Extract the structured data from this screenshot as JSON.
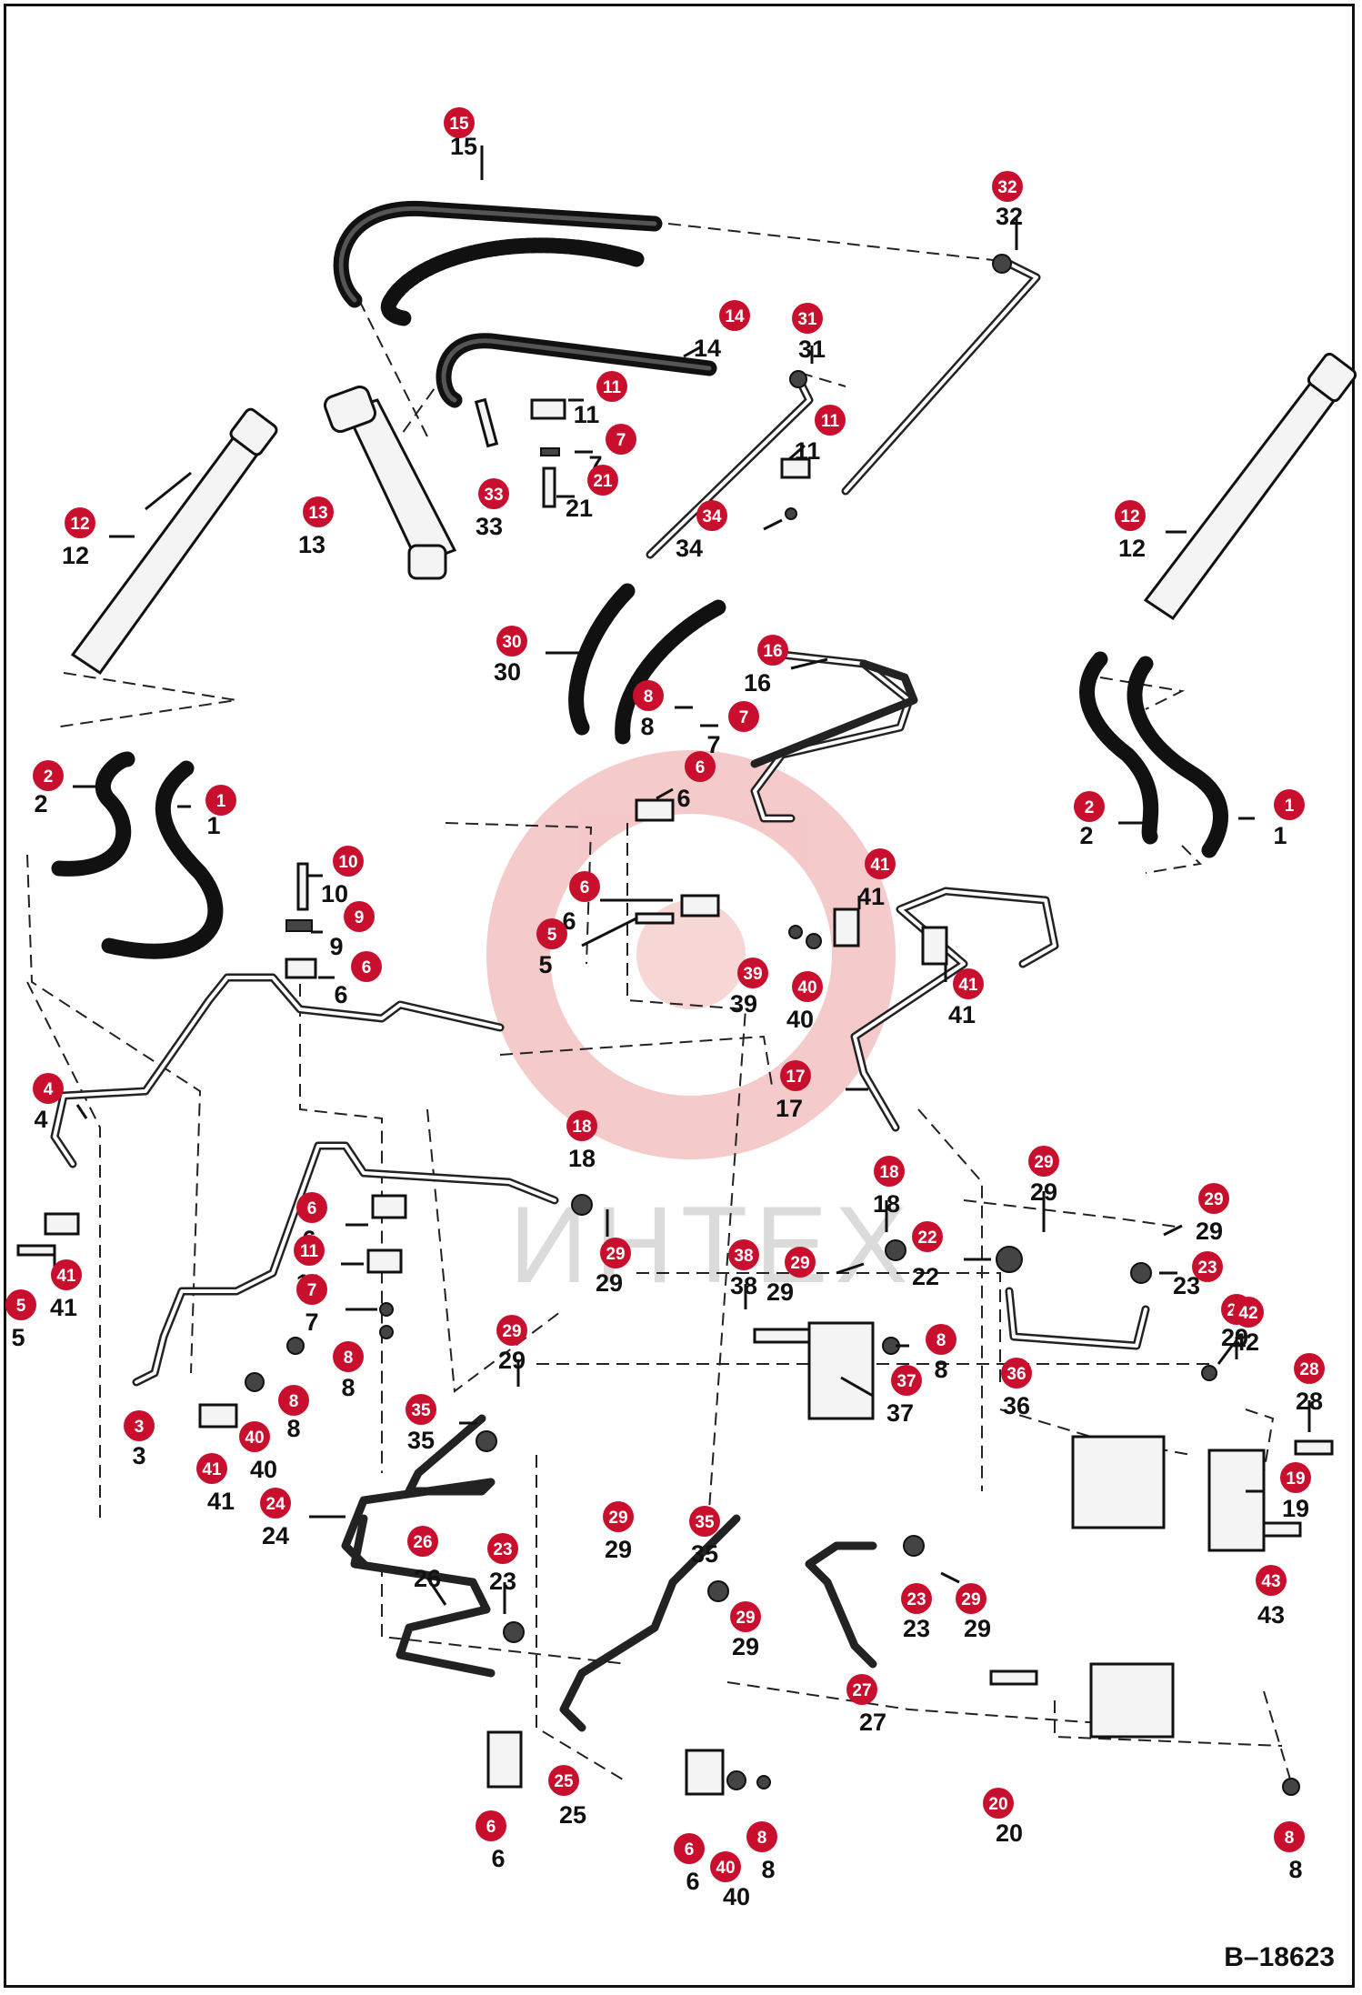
{
  "diagram": {
    "drawing_number": "B–18623",
    "watermark": "ИНТЕХ",
    "colors": {
      "badge": "#c8102e",
      "line": "#111111",
      "watermark": "#f2b9b9"
    },
    "callouts": [
      {
        "id": "c15",
        "num": "15",
        "label": "15"
      },
      {
        "id": "c32",
        "num": "32",
        "label": "32"
      },
      {
        "id": "c14",
        "num": "14",
        "label": "14"
      },
      {
        "id": "c31",
        "num": "31",
        "label": "31"
      },
      {
        "id": "c11a",
        "num": "11",
        "label": "11"
      },
      {
        "id": "c7a",
        "num": "7",
        "label": "7"
      },
      {
        "id": "c21",
        "num": "21",
        "label": "21"
      },
      {
        "id": "c33",
        "num": "33",
        "label": "33"
      },
      {
        "id": "c11b",
        "num": "11",
        "label": "11"
      },
      {
        "id": "c34",
        "num": "34",
        "label": "34"
      },
      {
        "id": "c13",
        "num": "13",
        "label": "13"
      },
      {
        "id": "c12a",
        "num": "12",
        "label": "12"
      },
      {
        "id": "c12b",
        "num": "12",
        "label": "12"
      },
      {
        "id": "c30",
        "num": "30",
        "label": "30"
      },
      {
        "id": "c16",
        "num": "16",
        "label": "16"
      },
      {
        "id": "c8a",
        "num": "8",
        "label": "8"
      },
      {
        "id": "c7b",
        "num": "7",
        "label": "7"
      },
      {
        "id": "c6a",
        "num": "6",
        "label": "6"
      },
      {
        "id": "c2a",
        "num": "2",
        "label": "2"
      },
      {
        "id": "c1a",
        "num": "1",
        "label": "1"
      },
      {
        "id": "c2b",
        "num": "2",
        "label": "2"
      },
      {
        "id": "c1b",
        "num": "1",
        "label": "1"
      },
      {
        "id": "c10",
        "num": "10",
        "label": "10"
      },
      {
        "id": "c9",
        "num": "9",
        "label": "9"
      },
      {
        "id": "c6b",
        "num": "6",
        "label": "6"
      },
      {
        "id": "c6c",
        "num": "6",
        "label": "6"
      },
      {
        "id": "c5a",
        "num": "5",
        "label": "5"
      },
      {
        "id": "c41a",
        "num": "41",
        "label": "41"
      },
      {
        "id": "c39",
        "num": "39",
        "label": "39"
      },
      {
        "id": "c40a",
        "num": "40",
        "label": "40"
      },
      {
        "id": "c41b",
        "num": "41",
        "label": "41"
      },
      {
        "id": "c17",
        "num": "17",
        "label": "17"
      },
      {
        "id": "c4",
        "num": "4",
        "label": "4"
      },
      {
        "id": "c18a",
        "num": "18",
        "label": "18"
      },
      {
        "id": "c18b",
        "num": "18",
        "label": "18"
      },
      {
        "id": "c29a",
        "num": "29",
        "label": "29"
      },
      {
        "id": "c29b",
        "num": "29",
        "label": "29"
      },
      {
        "id": "c29c",
        "num": "29",
        "label": "29"
      },
      {
        "id": "c22",
        "num": "22",
        "label": "22"
      },
      {
        "id": "c23a",
        "num": "23",
        "label": "23"
      },
      {
        "id": "c29d",
        "num": "29",
        "label": "29"
      },
      {
        "id": "c38",
        "num": "38",
        "label": "38"
      },
      {
        "id": "c29e",
        "num": "29",
        "label": "29"
      },
      {
        "id": "c5b",
        "num": "5",
        "label": "5"
      },
      {
        "id": "c41c",
        "num": "41",
        "label": "41"
      },
      {
        "id": "c6d",
        "num": "6",
        "label": "6"
      },
      {
        "id": "c11c",
        "num": "11",
        "label": "11"
      },
      {
        "id": "c7c",
        "num": "7",
        "label": "7"
      },
      {
        "id": "c8b",
        "num": "8",
        "label": "8"
      },
      {
        "id": "c8c",
        "num": "8",
        "label": "8"
      },
      {
        "id": "c37",
        "num": "37",
        "label": "37"
      },
      {
        "id": "c36",
        "num": "36",
        "label": "36"
      },
      {
        "id": "c42",
        "num": "42",
        "label": "42"
      },
      {
        "id": "c28",
        "num": "28",
        "label": "28"
      },
      {
        "id": "c3",
        "num": "3",
        "label": "3"
      },
      {
        "id": "c40b",
        "num": "40",
        "label": "40"
      },
      {
        "id": "c8d",
        "num": "8",
        "label": "8"
      },
      {
        "id": "c41d",
        "num": "41",
        "label": "41"
      },
      {
        "id": "c35a",
        "num": "35",
        "label": "35"
      },
      {
        "id": "c29f",
        "num": "29",
        "label": "29"
      },
      {
        "id": "c24",
        "num": "24",
        "label": "24"
      },
      {
        "id": "c19",
        "num": "19",
        "label": "19"
      },
      {
        "id": "c26",
        "num": "26",
        "label": "26"
      },
      {
        "id": "c23b",
        "num": "23",
        "label": "23"
      },
      {
        "id": "c29g",
        "num": "29",
        "label": "29"
      },
      {
        "id": "c35b",
        "num": "35",
        "label": "35"
      },
      {
        "id": "c23c",
        "num": "23",
        "label": "23"
      },
      {
        "id": "c29h",
        "num": "29",
        "label": "29"
      },
      {
        "id": "c29i",
        "num": "29",
        "label": "29"
      },
      {
        "id": "c43",
        "num": "43",
        "label": "43"
      },
      {
        "id": "c27",
        "num": "27",
        "label": "27"
      },
      {
        "id": "c25",
        "num": "25",
        "label": "25"
      },
      {
        "id": "c20",
        "num": "20",
        "label": "20"
      },
      {
        "id": "c6e",
        "num": "6",
        "label": "6"
      },
      {
        "id": "c6f",
        "num": "6",
        "label": "6"
      },
      {
        "id": "c40c",
        "num": "40",
        "label": "40"
      },
      {
        "id": "c8e",
        "num": "8",
        "label": "8"
      },
      {
        "id": "c8f",
        "num": "8",
        "label": "8"
      }
    ]
  }
}
